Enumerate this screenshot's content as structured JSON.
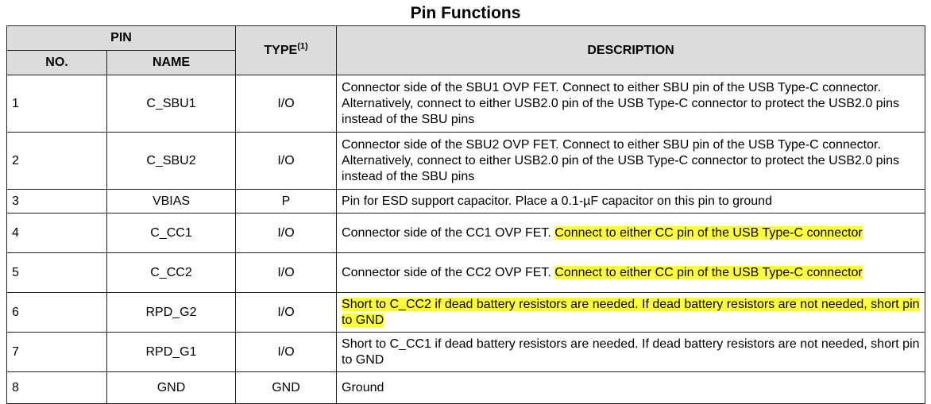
{
  "title": "Pin Functions",
  "header": {
    "pin": "PIN",
    "no": "NO.",
    "name": "NAME",
    "type": "TYPE",
    "type_note": "(1)",
    "description": "DESCRIPTION"
  },
  "rows": [
    {
      "no": "1",
      "name": "C_SBU1",
      "type": "I/O",
      "desc": [
        {
          "text": "Connector side of the SBU1 OVP FET. Connect to either SBU pin of the USB Type-C connector. Alternatively, connect to either USB2.0 pin of the USB Type-C connector to protect the USB2.0 pins instead of the SBU pins",
          "hl": false
        }
      ]
    },
    {
      "no": "2",
      "name": "C_SBU2",
      "type": "I/O",
      "desc": [
        {
          "text": "Connector side of the SBU2 OVP FET. Connect to either SBU pin of the USB Type-C connector. Alternatively, connect to either USB2.0 pin of the USB Type-C connector to protect the USB2.0 pins instead of the SBU pins",
          "hl": false
        }
      ]
    },
    {
      "no": "3",
      "name": "VBIAS",
      "type": "P",
      "desc": [
        {
          "text": "Pin for ESD support capacitor. Place a 0.1-µF capacitor on this pin to ground",
          "hl": false
        }
      ]
    },
    {
      "no": "4",
      "name": "C_CC1",
      "type": "I/O",
      "desc": [
        {
          "text": "Connector side of the CC1 OVP FET. ",
          "hl": false
        },
        {
          "text": "Connect to either CC pin of the USB Type-C connector",
          "hl": true
        }
      ]
    },
    {
      "no": "5",
      "name": "C_CC2",
      "type": "I/O",
      "desc": [
        {
          "text": "Connector side of the CC2 OVP FET. ",
          "hl": false
        },
        {
          "text": "Connect to either CC pin of the USB Type-C connector",
          "hl": true
        }
      ]
    },
    {
      "no": "6",
      "name": "RPD_G2",
      "type": "I/O",
      "desc": [
        {
          "text": "Short to C_CC2 if dead battery resistors are needed. If dead battery resistors are not needed, short pin to GND",
          "hl": true
        }
      ]
    },
    {
      "no": "7",
      "name": "RPD_G1",
      "type": "I/O",
      "desc": [
        {
          "text": "Short to C_CC1 if dead battery resistors are needed. If dead battery resistors are not needed, short pin to GND",
          "hl": false
        }
      ]
    },
    {
      "no": "8",
      "name": "GND",
      "type": "GND",
      "desc": [
        {
          "text": "Ground",
          "hl": false
        }
      ]
    }
  ]
}
